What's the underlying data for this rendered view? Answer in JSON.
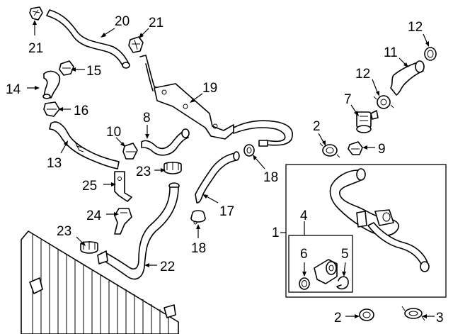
{
  "labels": [
    {
      "id": "l21a",
      "text": "21"
    },
    {
      "id": "l20",
      "text": "20"
    },
    {
      "id": "l21b",
      "text": "21"
    },
    {
      "id": "l12a",
      "text": "12"
    },
    {
      "id": "l11",
      "text": "11"
    },
    {
      "id": "l15",
      "text": "15"
    },
    {
      "id": "l14",
      "text": "14"
    },
    {
      "id": "l19",
      "text": "19"
    },
    {
      "id": "l12b",
      "text": "12"
    },
    {
      "id": "l16",
      "text": "16"
    },
    {
      "id": "l7",
      "text": "7"
    },
    {
      "id": "l8",
      "text": "8"
    },
    {
      "id": "l2a",
      "text": "2"
    },
    {
      "id": "l10",
      "text": "10"
    },
    {
      "id": "l9",
      "text": "9"
    },
    {
      "id": "l13",
      "text": "13"
    },
    {
      "id": "l23a",
      "text": "23"
    },
    {
      "id": "l18a",
      "text": "18"
    },
    {
      "id": "l25",
      "text": "25"
    },
    {
      "id": "l17",
      "text": "17"
    },
    {
      "id": "l4",
      "text": "4"
    },
    {
      "id": "l24",
      "text": "24"
    },
    {
      "id": "l1",
      "text": "1"
    },
    {
      "id": "l23b",
      "text": "23"
    },
    {
      "id": "l18b",
      "text": "18"
    },
    {
      "id": "l6",
      "text": "6"
    },
    {
      "id": "l5",
      "text": "5"
    },
    {
      "id": "l22",
      "text": "22"
    },
    {
      "id": "l2b",
      "text": "2"
    },
    {
      "id": "l3",
      "text": "3"
    }
  ]
}
